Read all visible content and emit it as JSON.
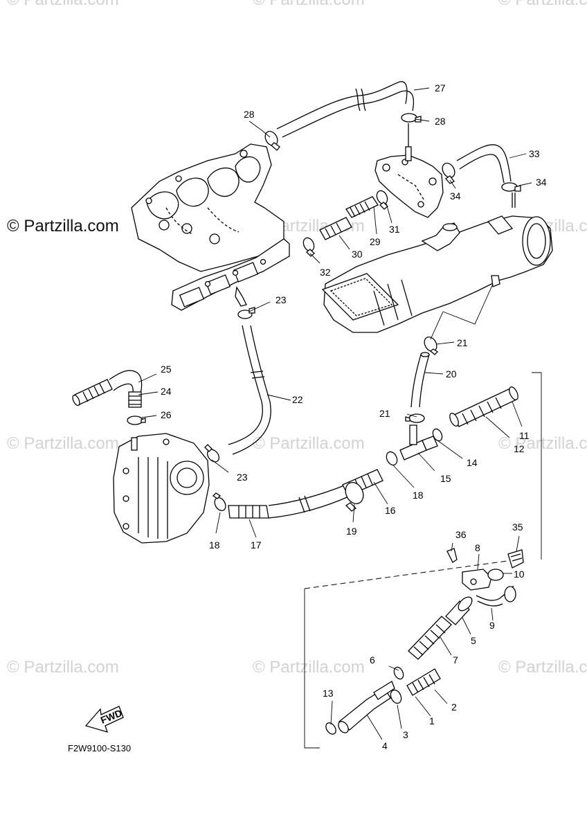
{
  "watermark": "© Partzilla.com",
  "diagram_code": "F2W9100-S130",
  "fwd_label": "FWD",
  "callouts": {
    "c1": "1",
    "c2": "2",
    "c3": "3",
    "c4": "4",
    "c5": "5",
    "c6": "6",
    "c7": "7",
    "c8": "8",
    "c9": "9",
    "c10": "10",
    "c11": "11",
    "c12": "12",
    "c13": "13",
    "c14": "14",
    "c15": "15",
    "c16": "16",
    "c17": "17",
    "c18a": "18",
    "c18b": "18",
    "c19": "19",
    "c20": "20",
    "c21a": "21",
    "c21b": "21",
    "c22": "22",
    "c23a": "23",
    "c23b": "23",
    "c24": "24",
    "c25": "25",
    "c26": "26",
    "c27": "27",
    "c28a": "28",
    "c28b": "28",
    "c29": "29",
    "c30": "30",
    "c31": "31",
    "c32": "32",
    "c33": "33",
    "c34a": "34",
    "c34b": "34",
    "c35": "35",
    "c36": "36"
  }
}
